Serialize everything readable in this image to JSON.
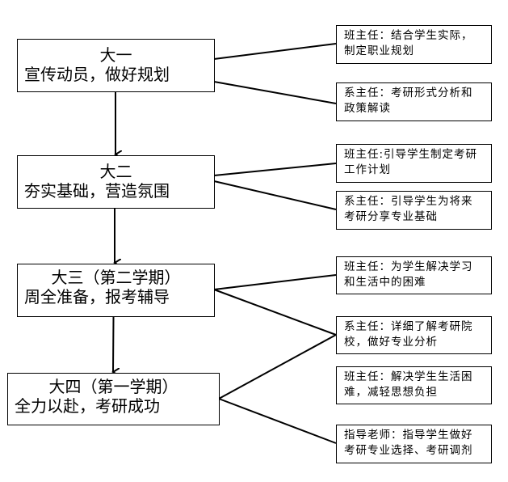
{
  "stages": [
    {
      "title": "大一",
      "subtitle": "宣传动员，做好规划"
    },
    {
      "title": "大二",
      "subtitle": "夯实基础，营造氛围"
    },
    {
      "title": "大三（第二学期）",
      "subtitle": "周全准备，报考辅导"
    },
    {
      "title": "大四（第一学期）",
      "subtitle": "全力以赴，考研成功"
    }
  ],
  "notes": [
    {
      "line1": "班主任：结合学生实际，",
      "line2": "制定职业规划"
    },
    {
      "line1": "系主任：考研形式分析和",
      "line2": "政策解读"
    },
    {
      "line1": "班主任:引导学生制定考研",
      "line2": "工作计划"
    },
    {
      "line1": "系主任：引导学生为将来",
      "line2": "考研分享专业基础"
    },
    {
      "line1": "班主任：为学生解决学习",
      "line2": "和生活中的困难"
    },
    {
      "line1": "系主任：详细了解考研院",
      "line2": "校，做好专业分析"
    },
    {
      "line1": "班主任：解决学生生活困",
      "line2": "难，减轻思想负担"
    },
    {
      "line1": "指导老师：指导学生做好",
      "line2": "考研专业选择、考研调剂"
    }
  ]
}
